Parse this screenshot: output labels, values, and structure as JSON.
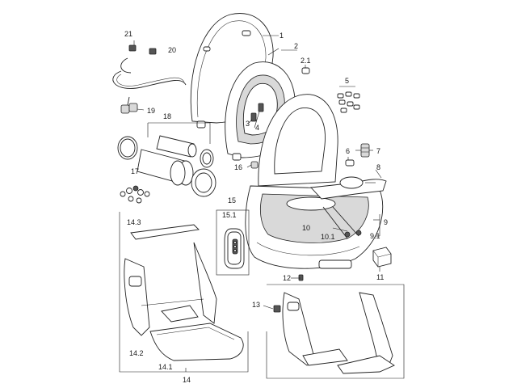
{
  "labels": {
    "l1": "1",
    "l2": "2",
    "l2_1": "2.1",
    "l3": "3",
    "l4": "4",
    "l5": "5",
    "l6": "6",
    "l7": "7",
    "l8": "8",
    "l9": "9",
    "l9_1": "9.1",
    "l10": "10",
    "l10_1": "10.1",
    "l11": "11",
    "l12": "12",
    "l13": "13",
    "l14": "14",
    "l14_1": "14.1",
    "l14_2": "14.2",
    "l14_3": "14.3",
    "l15": "15",
    "l15_1": "15.1",
    "l16": "16",
    "l17": "17",
    "l18": "18",
    "l19": "19",
    "l20": "20",
    "l21": "21"
  }
}
